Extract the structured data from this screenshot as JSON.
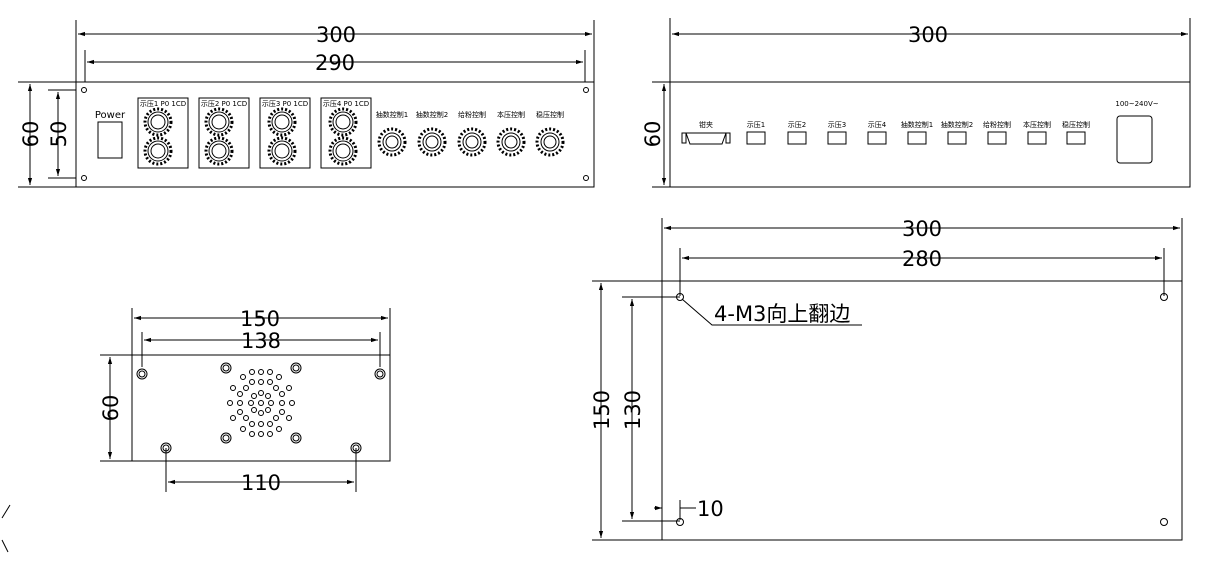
{
  "front_panel": {
    "overall_width": "300",
    "hole_spacing": "290",
    "height": "60",
    "hole_vertical": "50",
    "power_label": "Power",
    "knob_group_labels": [
      "示压1 P0 1CD",
      "示压2 P0 1CD",
      "示压3 P0 1CD",
      "示压4 P0 1CD"
    ],
    "single_knob_labels": [
      "抽数控制1",
      "抽数控制2",
      "给粉控制",
      "本压控制",
      "稳压控制"
    ]
  },
  "rear_panel": {
    "overall_width": "300",
    "height": "60",
    "connector_labels": [
      "钳夹",
      "示压1",
      "示压2",
      "示压3",
      "示压4",
      "抽数控制1",
      "抽数控制2",
      "给粉控制",
      "本压控制",
      "稳压控制"
    ],
    "power_label": "100~240V~"
  },
  "side_panel": {
    "overall_width": "150",
    "hole_spacing_top": "138",
    "height": "60",
    "hole_spacing_bottom": "110"
  },
  "top_plate": {
    "overall_width": "300",
    "hole_spacing": "280",
    "depth": "150",
    "hole_vertical": "130",
    "edge_offset": "10",
    "hole_note": "4-M3向上翻边"
  }
}
